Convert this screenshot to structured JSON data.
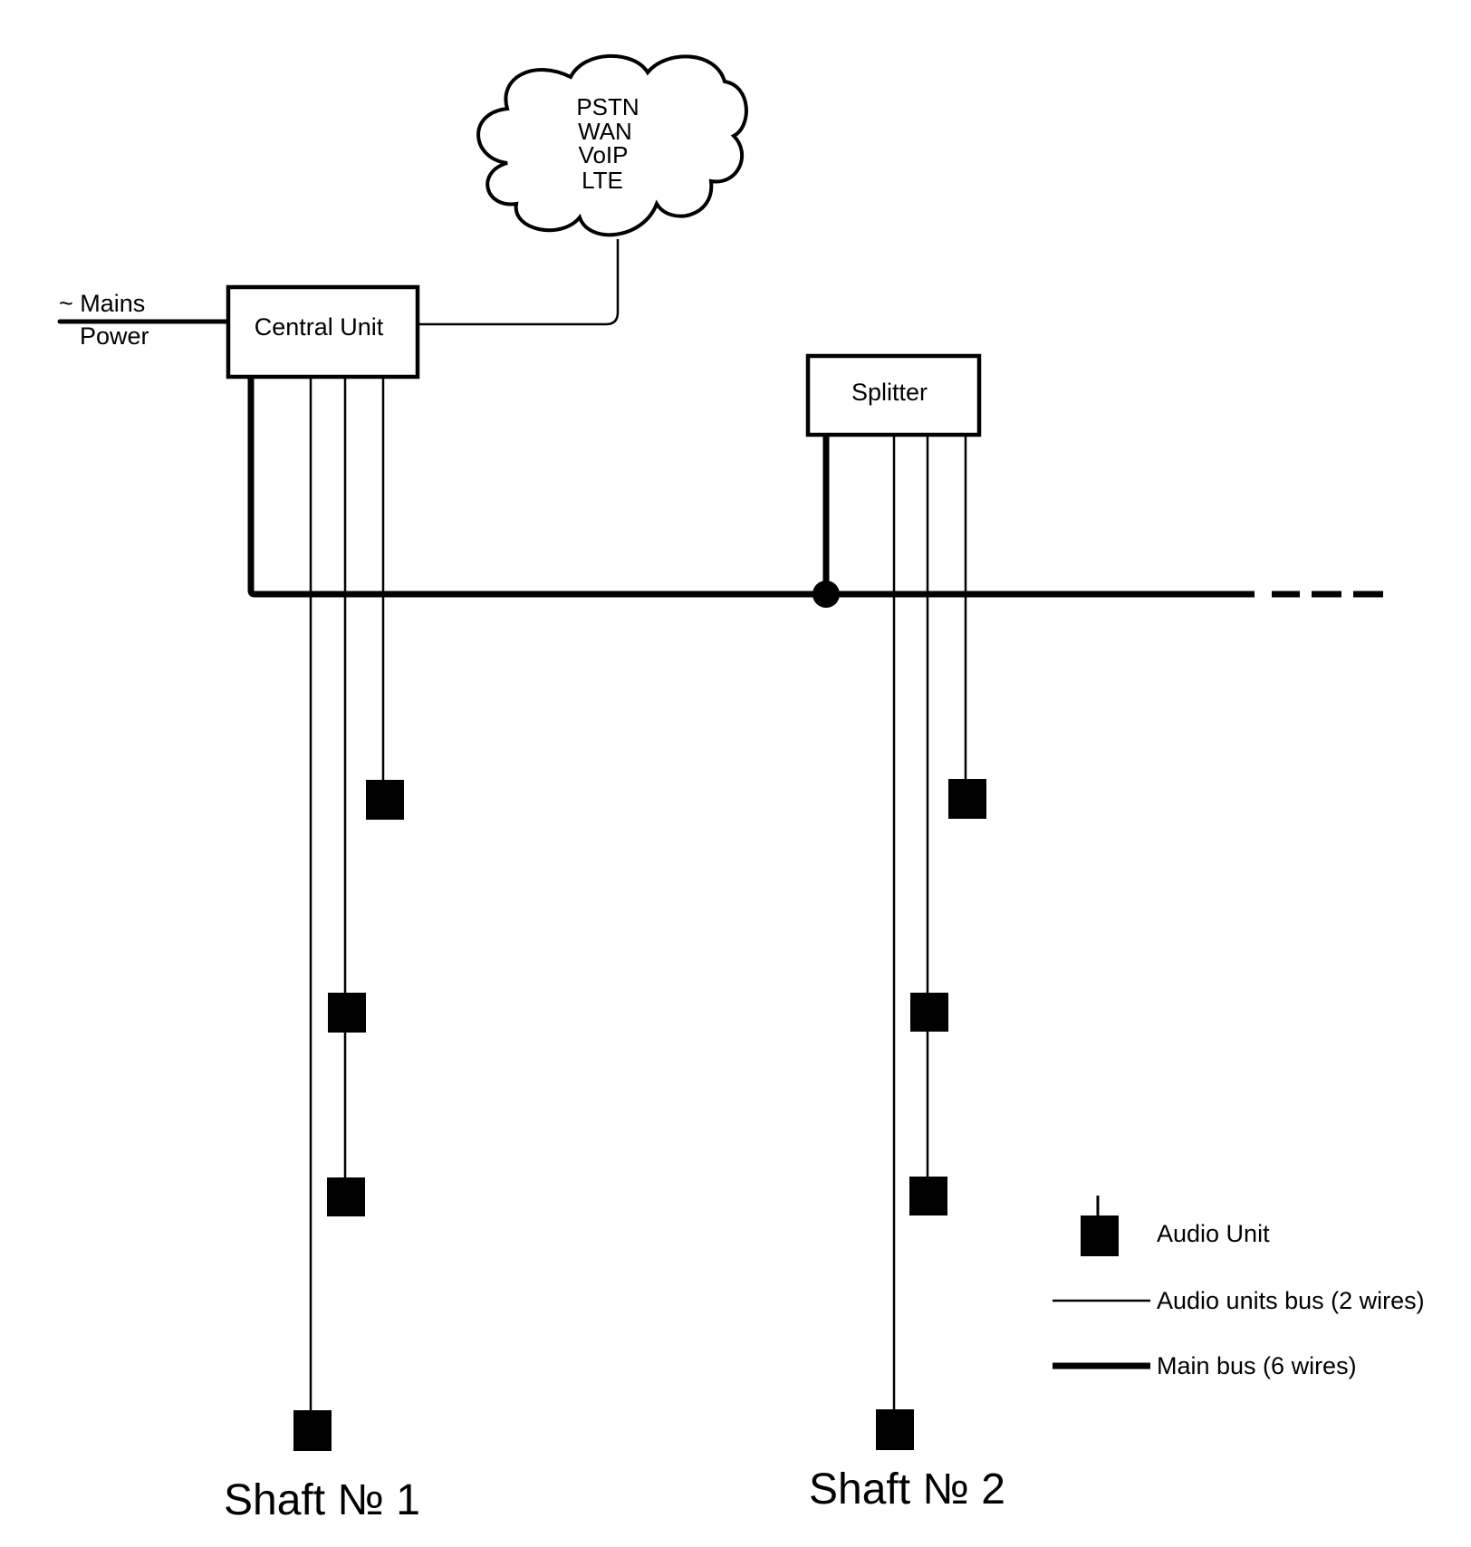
{
  "diagram": {
    "type": "wiring-schematic",
    "colors": {
      "ink": "#000000",
      "background": "#ffffff"
    },
    "network_cloud": {
      "lines": [
        "PSTN",
        "WAN",
        "VoIP",
        "LTE"
      ]
    },
    "power": {
      "line1": "~ Mains",
      "line2": "Power"
    },
    "central_unit": {
      "label": "Central Unit"
    },
    "splitter": {
      "label": "Splitter"
    },
    "main_bus": {
      "continues": true
    },
    "shafts": [
      {
        "label": "Shaft № 1",
        "audio_units": 4
      },
      {
        "label": "Shaft № 2",
        "audio_units": 4
      }
    ],
    "legend": {
      "items": [
        {
          "symbol": "audio-unit",
          "label": "Audio Unit"
        },
        {
          "symbol": "thin-line",
          "label": "Audio units bus (2 wires)"
        },
        {
          "symbol": "thick-line",
          "label": "Main bus (6 wires)"
        }
      ]
    }
  }
}
